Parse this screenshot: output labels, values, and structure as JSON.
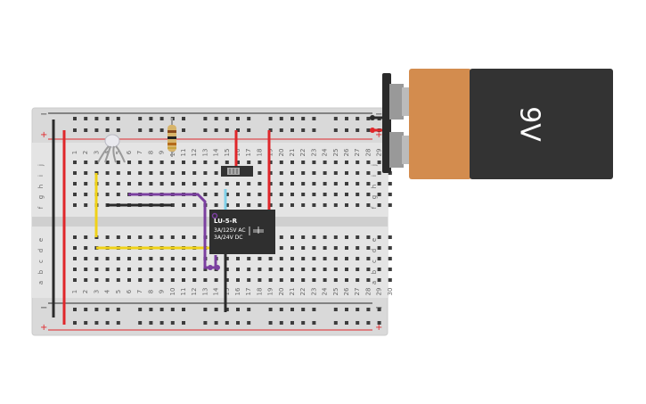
{
  "breadboard": {
    "columns": 30,
    "rows_top": [
      "j",
      "i",
      "h",
      "g",
      "f"
    ],
    "rows_bottom": [
      "e",
      "d",
      "c",
      "b",
      "a"
    ],
    "rail_minus": "−",
    "rail_plus": "+"
  },
  "relay": {
    "model": "LU-5-R",
    "rating_ac": "3A/125V AC",
    "rating_dc": "3A/24V  DC"
  },
  "battery": {
    "label": "9V",
    "colors": {
      "copper": "#d38c4e",
      "body": "#333333",
      "cap": "#222222"
    }
  },
  "wire_colors": {
    "red": "#e0262a",
    "black": "#2b2b2b",
    "yellow": "#f0d218",
    "purple": "#7b3fa0",
    "blue": "#7fd0e8"
  },
  "components": {
    "led": "rgb-led-icon",
    "resistor": "resistor-icon",
    "switch": "slide-switch-icon"
  }
}
